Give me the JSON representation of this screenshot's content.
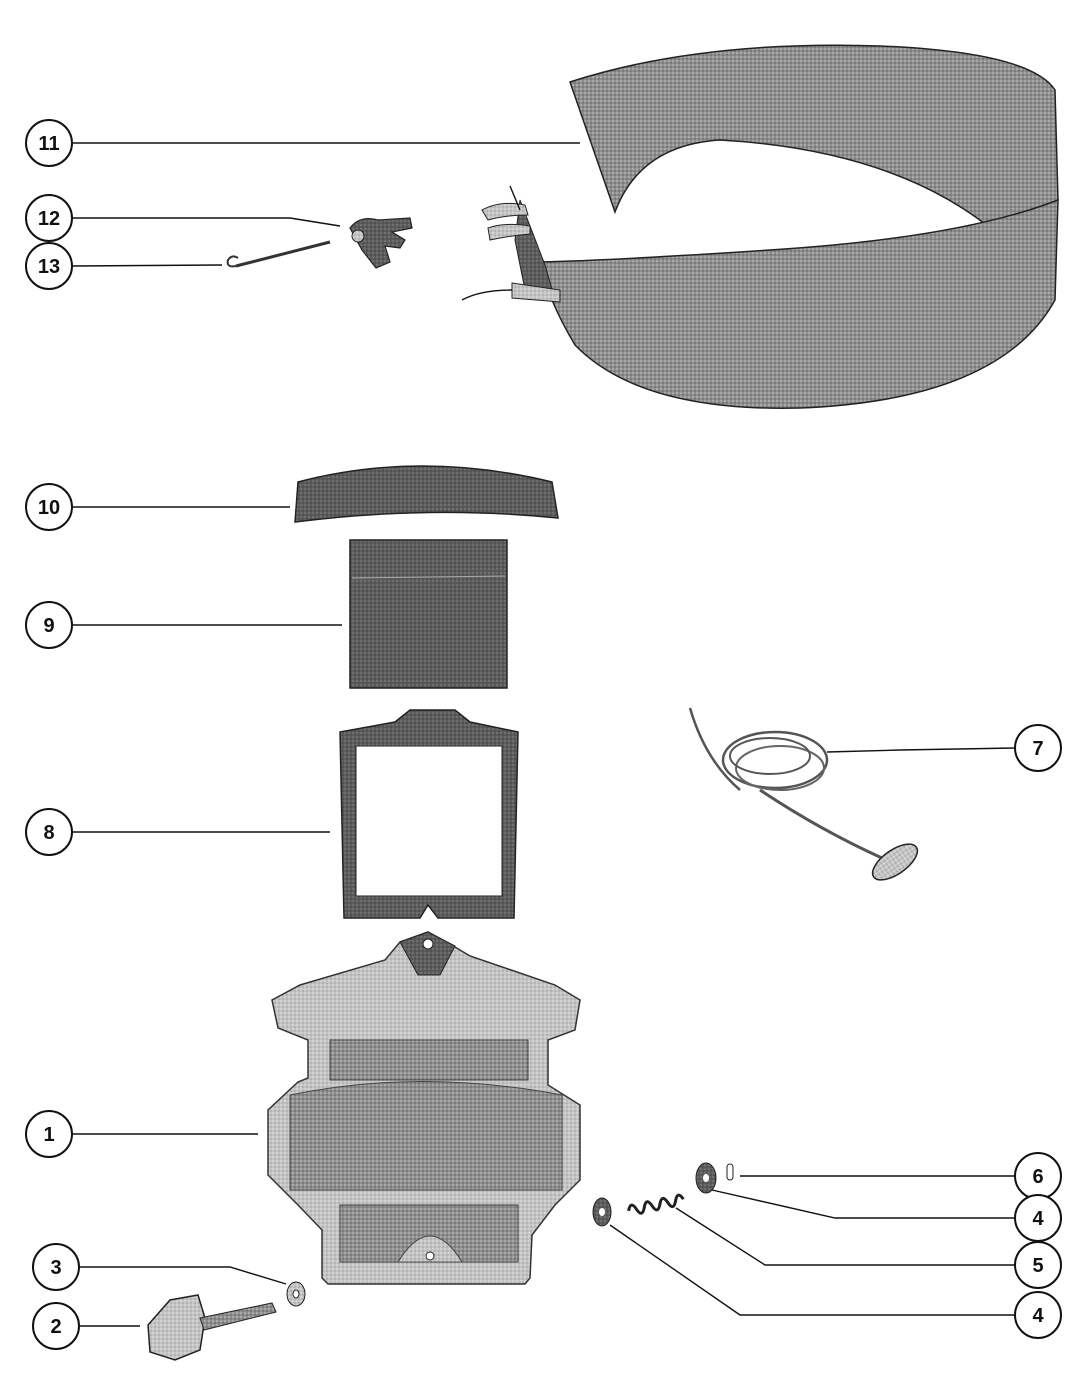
{
  "callouts": [
    {
      "id": "c11",
      "label": "11"
    },
    {
      "id": "c12",
      "label": "12"
    },
    {
      "id": "c13",
      "label": "13"
    },
    {
      "id": "c10",
      "label": "10"
    },
    {
      "id": "c9",
      "label": "9"
    },
    {
      "id": "c8",
      "label": "8"
    },
    {
      "id": "c7",
      "label": "7"
    },
    {
      "id": "c1",
      "label": "1"
    },
    {
      "id": "c6",
      "label": "6"
    },
    {
      "id": "c4a",
      "label": "4"
    },
    {
      "id": "c5",
      "label": "5"
    },
    {
      "id": "c4b",
      "label": "4"
    },
    {
      "id": "c3",
      "label": "3"
    },
    {
      "id": "c2",
      "label": "2"
    }
  ],
  "colors": {
    "part_dark": "#5a5a5a",
    "part_mid": "#8c8c8c",
    "part_light": "#bdbdbd",
    "outline": "#111111"
  }
}
